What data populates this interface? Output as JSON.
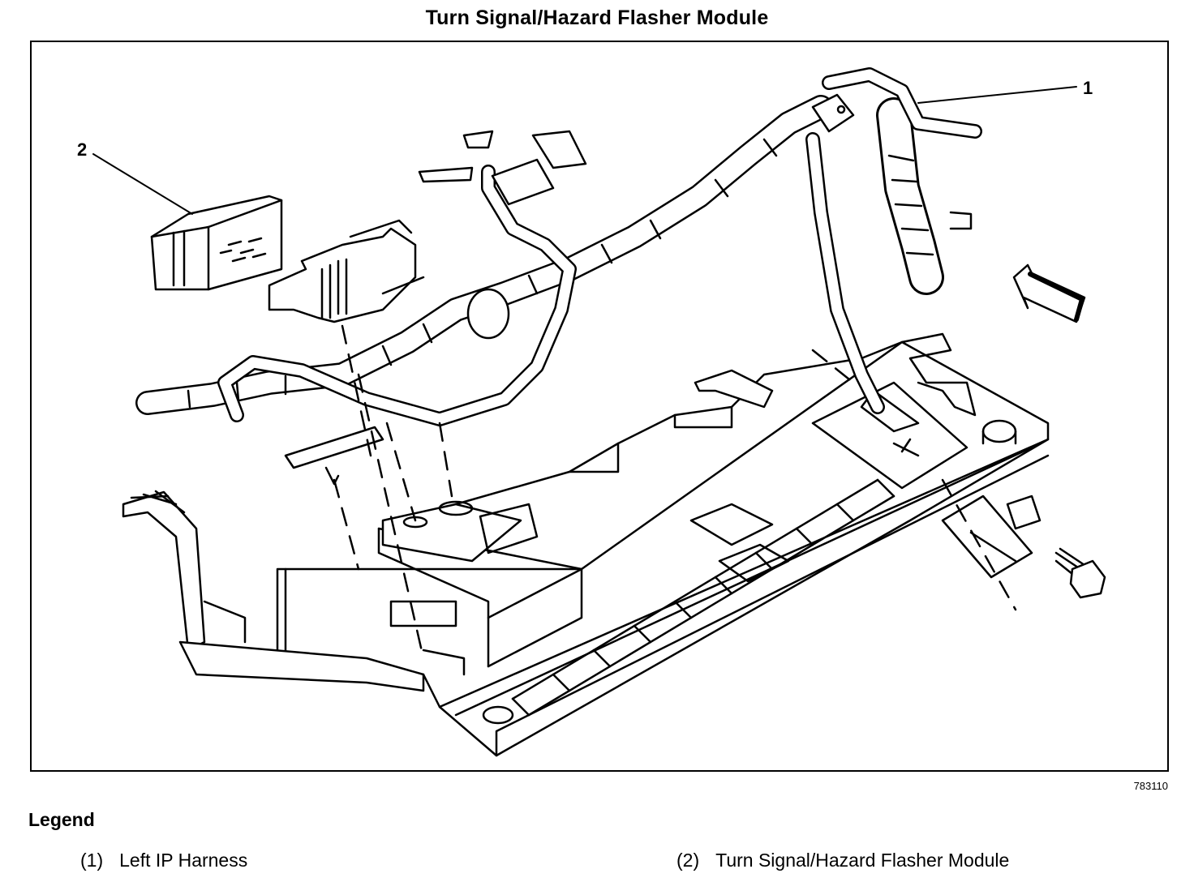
{
  "title": "Turn Signal/Hazard Flasher Module",
  "figure_id": "783110",
  "callouts": [
    "1",
    "2"
  ],
  "legend": {
    "heading": "Legend",
    "items": [
      {
        "number": "(1)",
        "label": "Left IP Harness"
      },
      {
        "number": "(2)",
        "label": "Turn Signal/Hazard Flasher Module"
      }
    ]
  }
}
